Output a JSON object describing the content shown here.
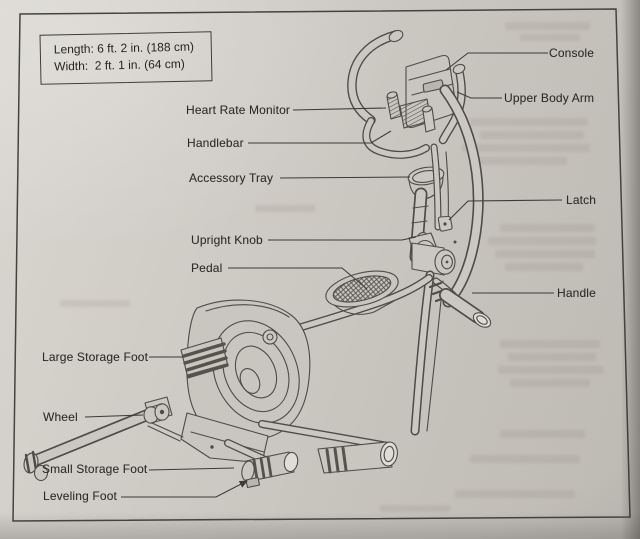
{
  "spec_box": {
    "length": "Length: 6 ft. 2 in. (188 cm)",
    "width": "Width:  2 ft. 1 in. (64 cm)"
  },
  "labels": {
    "console": "Console",
    "upper_body_arm": "Upper Body Arm",
    "heart_rate_monitor": "Heart Rate Monitor",
    "handlebar": "Handlebar",
    "accessory_tray": "Accessory Tray",
    "latch": "Latch",
    "upright_knob": "Upright Knob",
    "pedal": "Pedal",
    "handle": "Handle",
    "large_storage_foot": "Large Storage Foot",
    "wheel": "Wheel",
    "small_storage_foot": "Small Storage Foot",
    "leveling_foot": "Leveling Foot"
  },
  "colors": {
    "paper": "#cdc9c3",
    "ink": "#4e4c48",
    "text": "#2d2c29"
  }
}
